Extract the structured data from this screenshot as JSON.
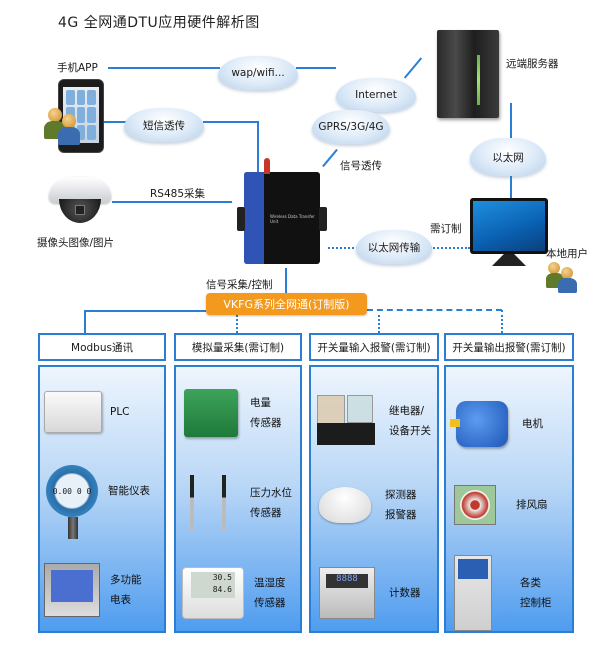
{
  "title": "4G 全网通DTU应用硬件解析图",
  "nodes": {
    "phone_app": "手机APP",
    "camera": "摄像头图像/图片",
    "remote_server": "远端服务器",
    "local_user": "本地用户",
    "dtu_text": "Wireless Data Transfer Unit"
  },
  "clouds": {
    "wap_wifi": "wap/wifi...",
    "sms": "短信透传",
    "internet": "Internet",
    "gprs": "GPRS/3G/4G",
    "ethernet": "以太网",
    "ethernet_transfer": "以太网传输"
  },
  "link_labels": {
    "rs485": "RS485采集",
    "signal_transparent": "信号透传",
    "custom": "需订制",
    "signal_collect": "信号采集/控制"
  },
  "product_bar": "VKFG系列全网通(订制版)",
  "categories": [
    {
      "header": "Modbus通讯",
      "items": [
        {
          "icon": "plc-icon",
          "lines": [
            "PLC"
          ]
        },
        {
          "icon": "smart-meter-icon",
          "lines": [
            "智能仪表"
          ]
        },
        {
          "icon": "power-meter-icon",
          "lines": [
            "多功能",
            "电表"
          ]
        }
      ]
    },
    {
      "header": "模拟量采集(需订制)",
      "items": [
        {
          "icon": "power-sensor-icon",
          "lines": [
            "电量",
            "传感器"
          ]
        },
        {
          "icon": "level-sensor-icon",
          "lines": [
            "压力水位",
            "传感器"
          ]
        },
        {
          "icon": "temp-humidity-sensor-icon",
          "lines": [
            "温湿度",
            "传感器"
          ]
        }
      ]
    },
    {
      "header": "开关量输入报警(需订制)",
      "items": [
        {
          "icon": "relay-icon",
          "lines": [
            "继电器/",
            "设备开关"
          ]
        },
        {
          "icon": "detector-icon",
          "lines": [
            "探测器",
            "报警器"
          ]
        },
        {
          "icon": "counter-icon",
          "lines": [
            "计数器"
          ]
        }
      ]
    },
    {
      "header": "开关量输出报警(需订制)",
      "items": [
        {
          "icon": "motor-icon",
          "lines": [
            "电机"
          ]
        },
        {
          "icon": "exhaust-fan-icon",
          "lines": [
            "排风扇"
          ]
        },
        {
          "icon": "control-cabinet-icon",
          "lines": [
            "各类",
            "控制柜"
          ]
        }
      ]
    }
  ],
  "display_values": {
    "meter_reading": "0.00 0 0",
    "temp": "30.5",
    "humidity": "84.6",
    "counter": "8888"
  },
  "colors": {
    "line": "#2a7fd4",
    "orange": "#f39a1e",
    "panel_bottom": "#4f9cef"
  }
}
